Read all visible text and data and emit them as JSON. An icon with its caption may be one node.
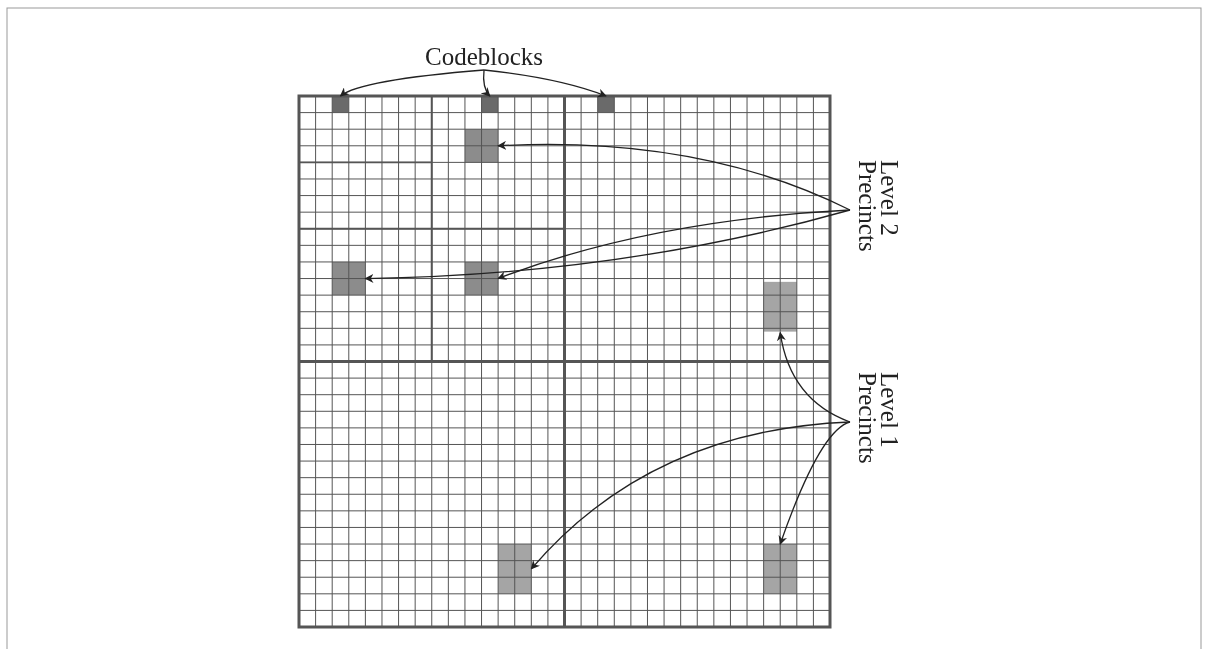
{
  "diagram": {
    "nodes": [
      {
        "text": [
          "Codeblocks"
        ]
      },
      {
        "text": [],
        "shape": "box"
      },
      {
        "text": [],
        "shape": "box"
      },
      {
        "text": [],
        "shape": "box"
      },
      {
        "text": [
          "Level 2 Precincts"
        ]
      },
      {
        "text": [],
        "shape": "box"
      },
      {
        "text": [],
        "shape": "box"
      },
      {
        "text": [],
        "shape": "box"
      },
      {
        "text": [
          "Level 1 Precincts"
        ]
      },
      {
        "text": [],
        "shape": "box"
      },
      {
        "text": [],
        "shape": "box"
      },
      {
        "text": [],
        "shape": "box"
      }
    ],
    "edges": [
      {
        "from": 0,
        "to": 1,
        "arrow": "to"
      },
      {
        "from": 0,
        "to": 2,
        "arrow": "to"
      },
      {
        "from": 0,
        "to": 3,
        "arrow": "to"
      },
      {
        "from": 4,
        "to": 5,
        "arrow": "to"
      },
      {
        "from": 4,
        "to": 6,
        "arrow": "to"
      },
      {
        "from": 4,
        "to": 7,
        "arrow": "to"
      },
      {
        "from": 8,
        "to": 9,
        "arrow": "to"
      },
      {
        "from": 8,
        "to": 10,
        "arrow": "to"
      },
      {
        "from": 8,
        "to": 11,
        "arrow": "to"
      }
    ]
  }
}
